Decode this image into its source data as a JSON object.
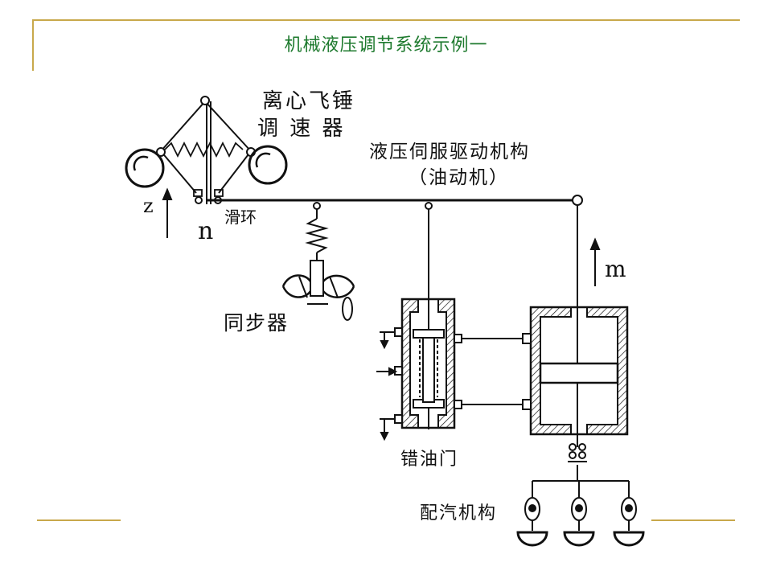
{
  "slide": {
    "title": "机械液压调节系统示例一",
    "accent_color": "#c8a84b",
    "title_color": "#1e7a2e"
  },
  "labels": {
    "governor_line1": "离心飞锤",
    "governor_line2": "调 速 器",
    "servo_line1": "液压伺服驱动机构",
    "servo_line2": "（油动机）",
    "slip_ring": "滑环",
    "z_axis": "z",
    "n_axis": "n",
    "m_axis": "m",
    "synchronizer": "同步器",
    "pilot_valve": "错油门",
    "steam_distribution": "配汽机构"
  }
}
